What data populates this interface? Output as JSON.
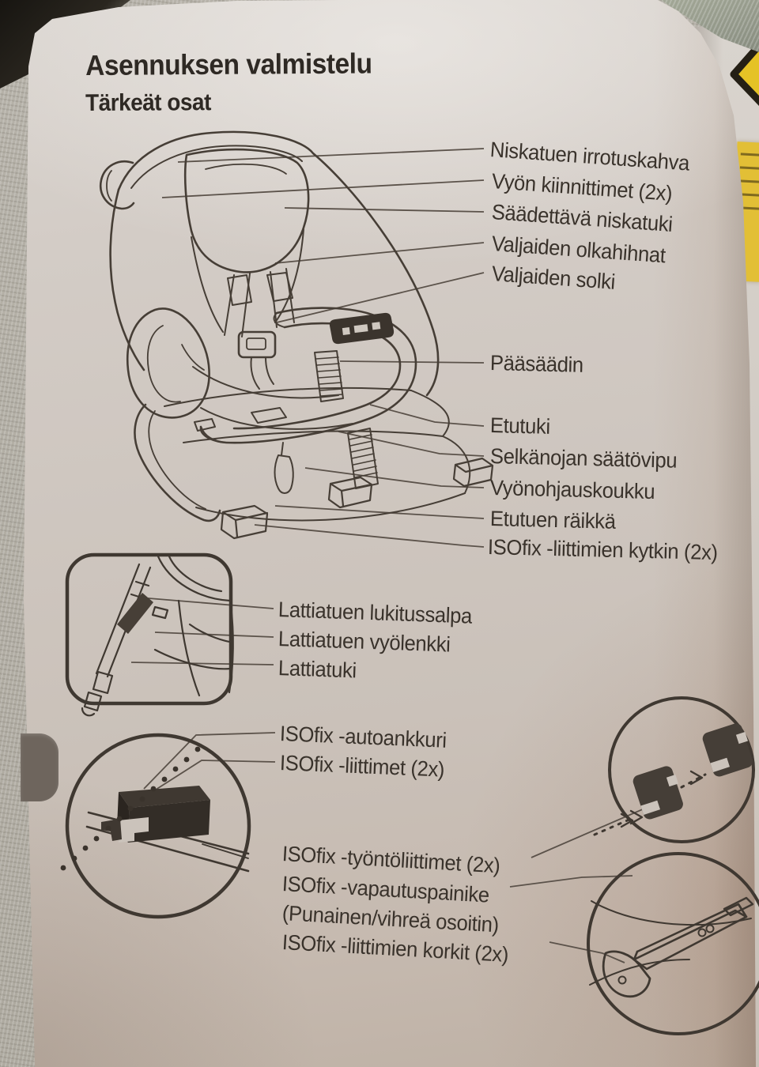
{
  "document": {
    "title": "Asennuksen valmistelu",
    "subtitle": "Tärkeät osat"
  },
  "part_labels": {
    "seat": [
      "Niskatuen irrotuskahva",
      "Vyön kiinnittimet (2x)",
      "Säädettävä niskatuki",
      "Valjaiden olkahihnat",
      "Valjaiden solki",
      "Pääsäädin",
      "Etutuki",
      "Selkänojan säätövipu",
      "Vyönohjauskoukku",
      "Etutuen räikkä",
      "ISOfix -liittimien kytkin (2x)"
    ],
    "floor_support": [
      "Lattiatuen lukitussalpa",
      "Lattiatuen vyölenkki",
      "Lattiatuki"
    ],
    "isofix_rail": [
      "ISOfix -autoankkuri",
      "ISOfix -liittimet (2x)"
    ],
    "isofix_connectors": [
      "ISOfix -työntöliittimet (2x)",
      "ISOfix -vapautuspainike",
      "(Punainen/vihreä osoitin)",
      "ISOfix -liittimien korkit (2x)"
    ]
  },
  "colors": {
    "paper": "#cfc7bf",
    "ink": "#39322b",
    "line_art": "#463e36",
    "leader_line": "#5b524a",
    "accent_yellow": "#e2bf36",
    "tab_gray": "#6e655d",
    "fabric": "#b2ada4"
  }
}
